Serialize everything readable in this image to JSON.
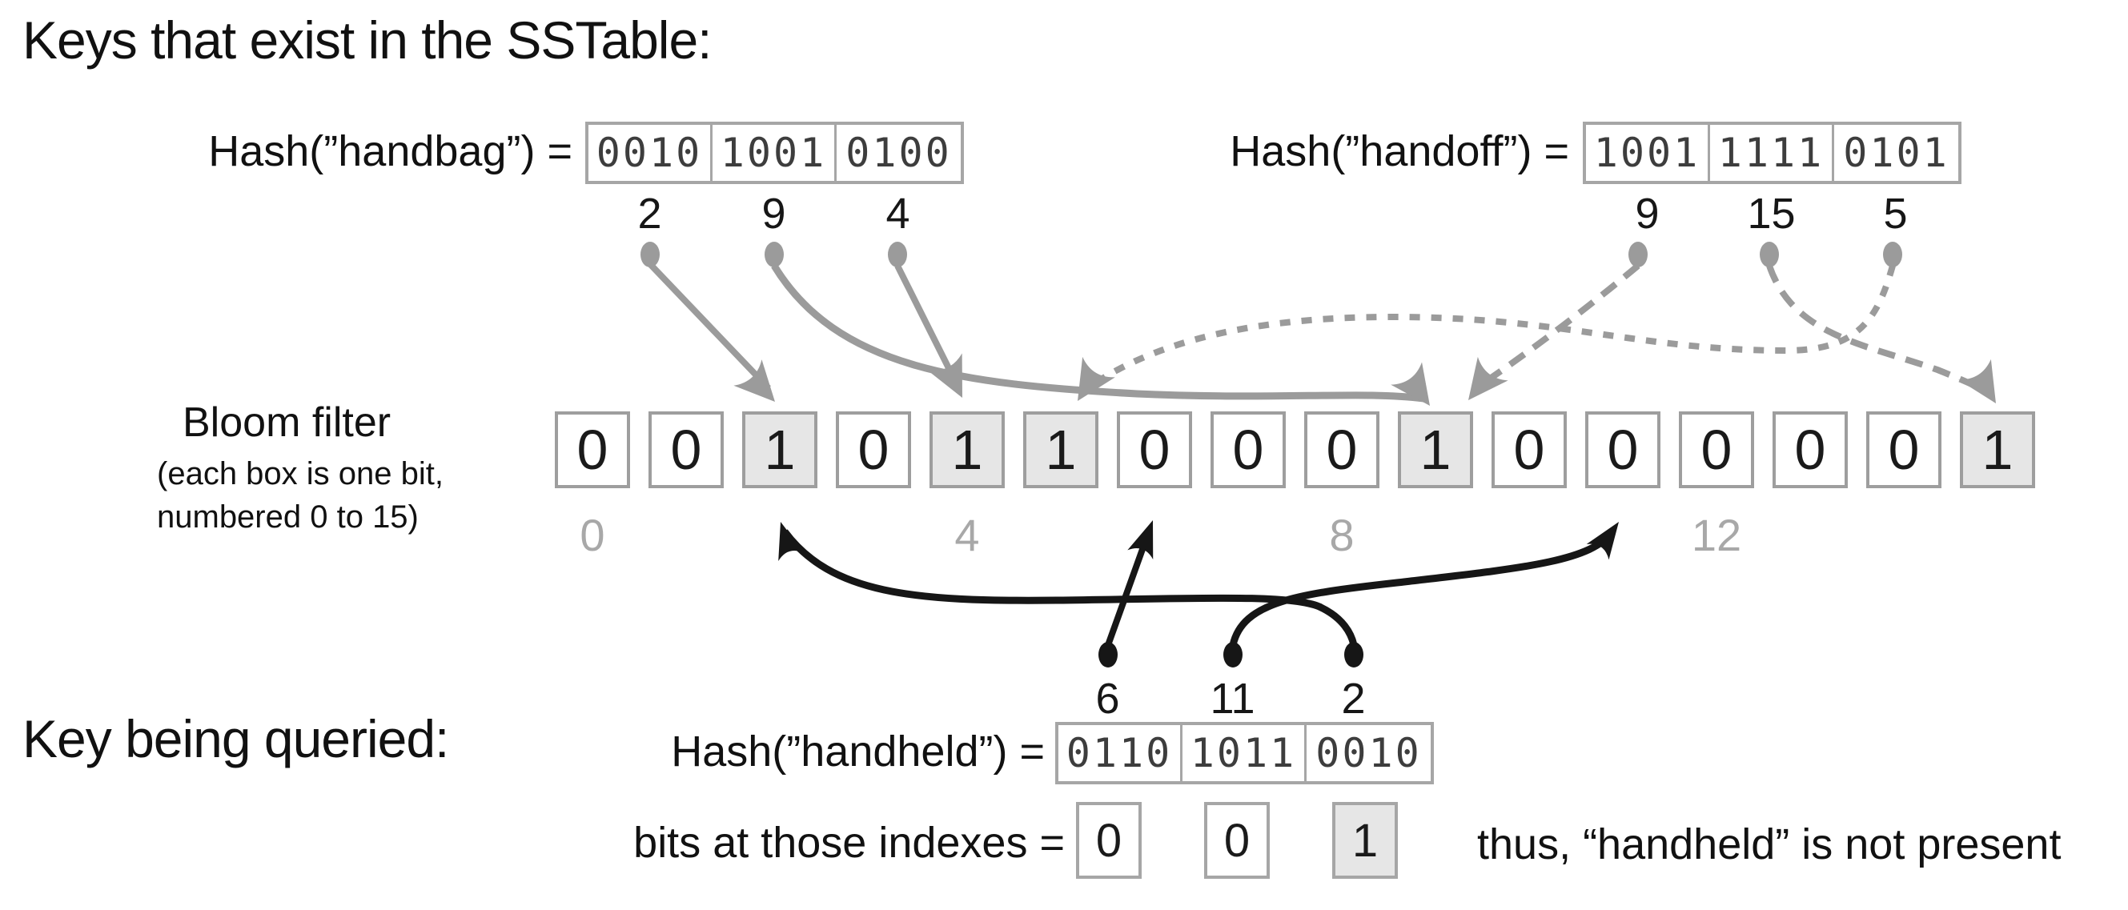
{
  "title": "Keys that exist in the SSTable:",
  "handbag": {
    "label": "Hash(”handbag”) =",
    "cells": [
      "0010",
      "1001",
      "0100"
    ],
    "indexes": [
      "2",
      "9",
      "4"
    ]
  },
  "handoff": {
    "label": "Hash(”handoff”) =",
    "cells": [
      "1001",
      "1111",
      "0101"
    ],
    "indexes": [
      "9",
      "15",
      "5"
    ]
  },
  "bloom": {
    "label": "Bloom filter",
    "sublabel_line1": "(each box is one bit,",
    "sublabel_line2": "numbered 0 to 15)",
    "bits": [
      "0",
      "0",
      "1",
      "0",
      "1",
      "1",
      "0",
      "0",
      "0",
      "1",
      "0",
      "0",
      "0",
      "0",
      "0",
      "1"
    ],
    "ticks": [
      "0",
      "4",
      "8",
      "12"
    ]
  },
  "query": {
    "section_label": "Key being queried:",
    "hash_label": "Hash(”handheld”) =",
    "cells": [
      "0110",
      "1011",
      "0010"
    ],
    "indexes": [
      "6",
      "11",
      "2"
    ],
    "bits_label": "bits at those indexes =",
    "bits": [
      "0",
      "0",
      "1"
    ],
    "conclusion": "thus, “handheld” is not present"
  },
  "colors": {
    "arrow_gray": "#9b9b9b",
    "arrow_black": "#161616",
    "box_border": "#9e9e9e",
    "shaded_bit_bg": "#e6e6e6",
    "tick_gray": "#a8a8a8"
  }
}
